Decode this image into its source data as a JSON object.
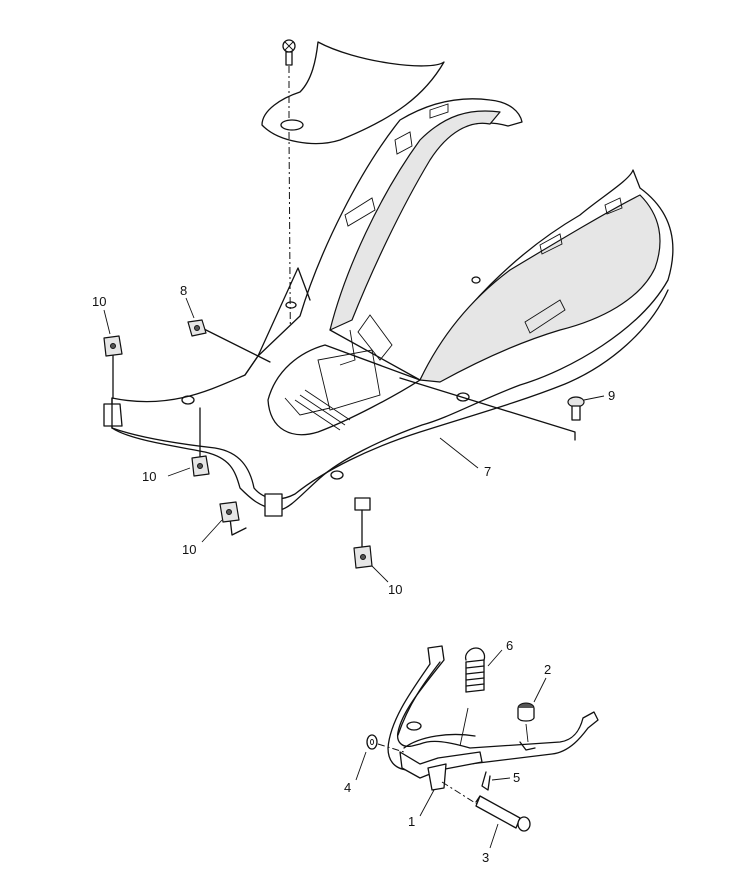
{
  "callouts": {
    "c1": "1",
    "c2": "2",
    "c3": "3",
    "c4": "4",
    "c5": "5",
    "c6": "6",
    "c7": "7",
    "c8": "8",
    "c9": "9",
    "c10a": "10",
    "c10b": "10",
    "c10c": "10",
    "c10d": "10"
  }
}
